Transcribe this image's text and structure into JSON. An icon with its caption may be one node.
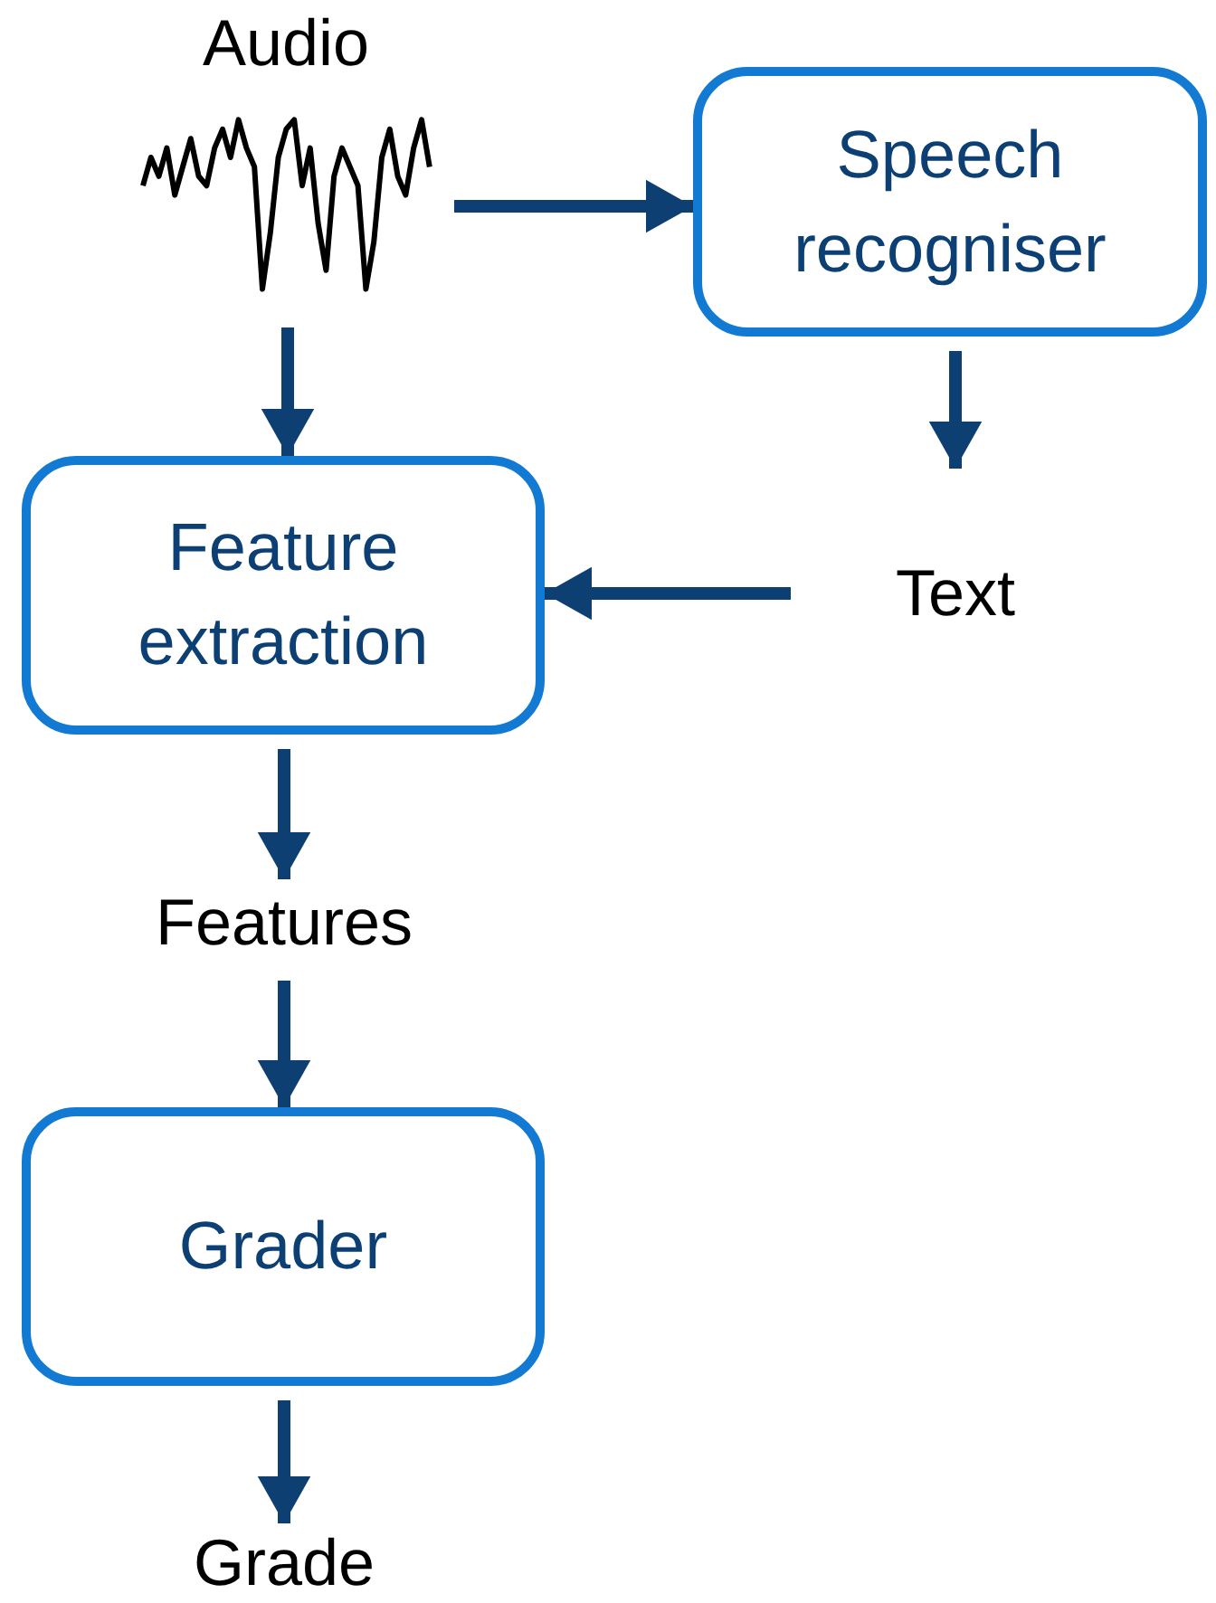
{
  "diagram": {
    "nodes": [
      {
        "text": [
          "Audio"
        ]
      },
      {
        "text": [
          "Speech recogniser"
        ]
      },
      {
        "text": [
          "Feature extraction"
        ]
      },
      {
        "text": [
          "Text"
        ]
      },
      {
        "text": [
          "Features"
        ]
      },
      {
        "text": [
          "Grader"
        ]
      },
      {
        "text": [
          "Grade"
        ]
      }
    ],
    "edges": [
      {
        "from": 0,
        "to": 1,
        "arrow": "to"
      },
      {
        "from": 0,
        "to": 2,
        "arrow": "to"
      },
      {
        "from": 1,
        "to": 3,
        "arrow": "to"
      },
      {
        "from": 3,
        "to": 2,
        "arrow": "to"
      },
      {
        "from": 2,
        "to": 4,
        "arrow": "to"
      },
      {
        "from": 4,
        "to": 5,
        "arrow": "to"
      },
      {
        "from": 5,
        "to": 6,
        "arrow": "to"
      }
    ]
  }
}
